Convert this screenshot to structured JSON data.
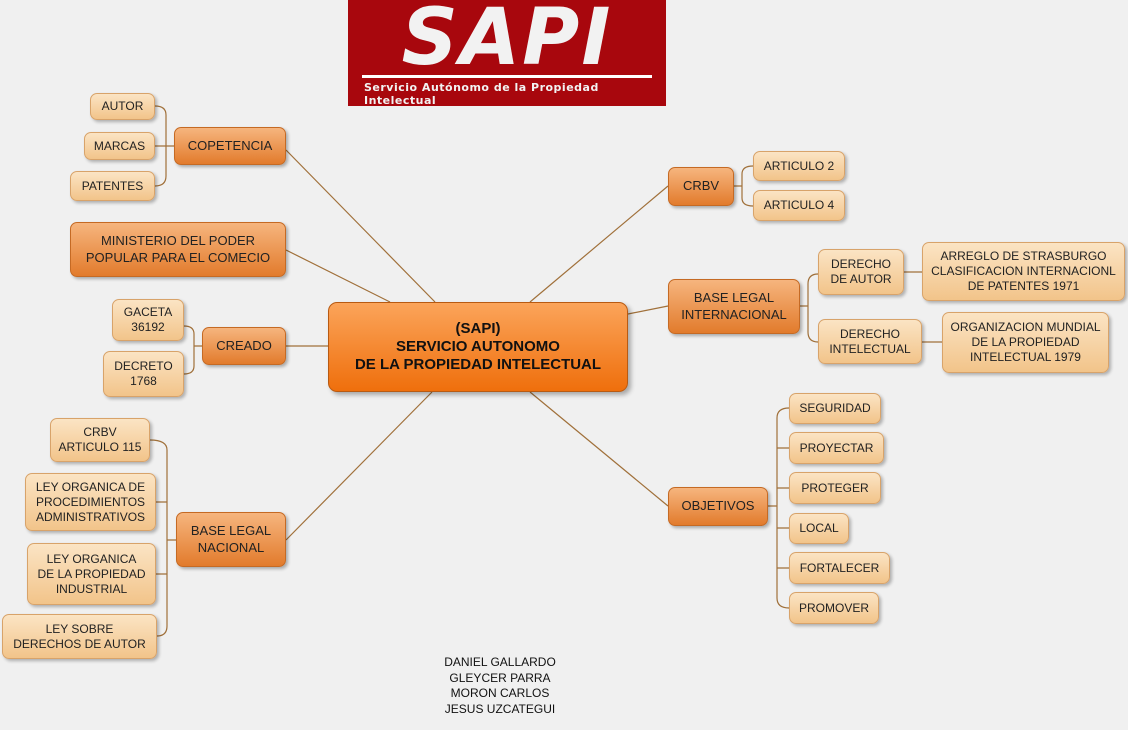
{
  "logo": {
    "title": "SAPI",
    "subtitle": "Servicio Autónomo de la Propiedad Intelectual"
  },
  "center": "(SAPI)\nSERVICIO AUTONOMO\nDE LA PROPIEDAD INTELECTUAL",
  "left": {
    "competencia": {
      "label": "COPETENCIA",
      "items": [
        "AUTOR",
        "MARCAS",
        "PATENTES"
      ]
    },
    "ministerio": "MINISTERIO DEL PODER\nPOPULAR PARA EL COMECIO",
    "creado": {
      "label": "CREADO",
      "items": [
        "GACETA\n36192",
        "DECRETO\n1768"
      ]
    },
    "base_nacional": {
      "label": "BASE LEGAL\nNACIONAL",
      "items": [
        "CRBV\nARTICULO 115",
        "LEY ORGANICA DE\nPROCEDIMIENTOS\nADMINISTRATIVOS",
        "LEY ORGANICA\nDE LA PROPIEDAD\nINDUSTRIAL",
        "LEY SOBRE\nDERECHOS DE AUTOR"
      ]
    }
  },
  "right": {
    "crbv": {
      "label": "CRBV",
      "items": [
        "ARTICULO 2",
        "ARTICULO 4"
      ]
    },
    "base_internacional": {
      "label": "BASE LEGAL\nINTERNACIONAL",
      "derecho_autor": "DERECHO\nDE AUTOR",
      "derecho_autor_detail": "ARREGLO DE STRASBURGO\nCLASIFICACION INTERNACIONL\nDE PATENTES 1971",
      "derecho_intelectual": "DERECHO\nINTELECTUAL",
      "derecho_intelectual_detail": "ORGANIZACION MUNDIAL\nDE LA PROPIEDAD\nINTELECTUAL 1979"
    },
    "objetivos": {
      "label": "OBJETIVOS",
      "items": [
        "SEGURIDAD",
        "PROYECTAR",
        "PROTEGER",
        "LOCAL",
        "FORTALECER",
        "PROMOVER"
      ]
    }
  },
  "authors": "DANIEL GALLARDO\nGLEYCER PARRA\nMORON CARLOS\nJESUS UZCATEGUI",
  "colors": {
    "logo_red": "#a8070d",
    "node_orange": "#ef6f0c",
    "leaf_peach": "#f2c48a",
    "line_brown": "#a0703a"
  }
}
